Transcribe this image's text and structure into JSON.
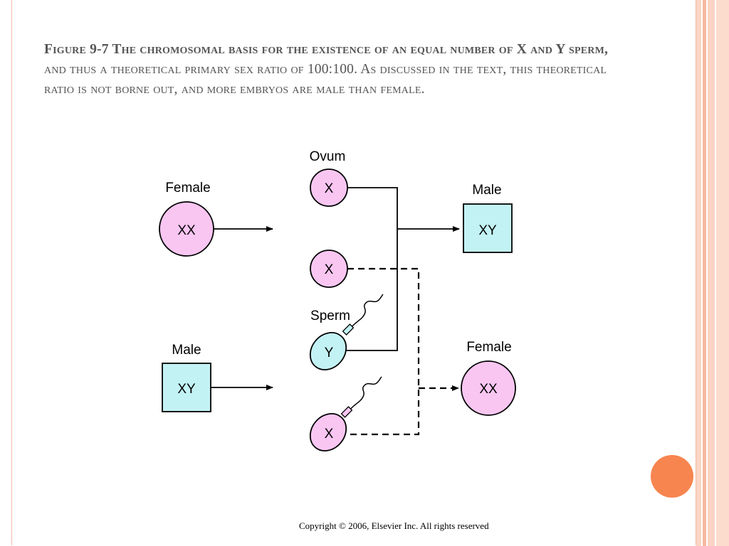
{
  "title": {
    "bold_part": "Figure 9-7 The chromosomal basis for the existence of an equal number of X and Y sperm,",
    "rest": "and thus a theoretical primary sex ratio of 100:100. As discussed in the text, this theoretical ratio is not borne out, and more embryos are male than female."
  },
  "diagram": {
    "female_parent_label": "Female",
    "female_parent_genotype": "XX",
    "male_parent_label": "Male",
    "male_parent_genotype": "XY",
    "ovum_label": "Ovum",
    "ovum_top": "X",
    "ovum_bottom": "X",
    "sperm_label": "Sperm",
    "sperm_y": "Y",
    "sperm_x": "X",
    "male_offspring_label": "Male",
    "male_offspring_genotype": "XY",
    "female_offspring_label": "Female",
    "female_offspring_genotype": "XX"
  },
  "copyright": "Copyright © 2006, Elsevier Inc. All rights reserved",
  "colors": {
    "female_fill": "#f9c6f2",
    "male_fill": "#c3f2f4",
    "stripe_pink": "#fbd5c4",
    "accent": "#f7854f"
  }
}
